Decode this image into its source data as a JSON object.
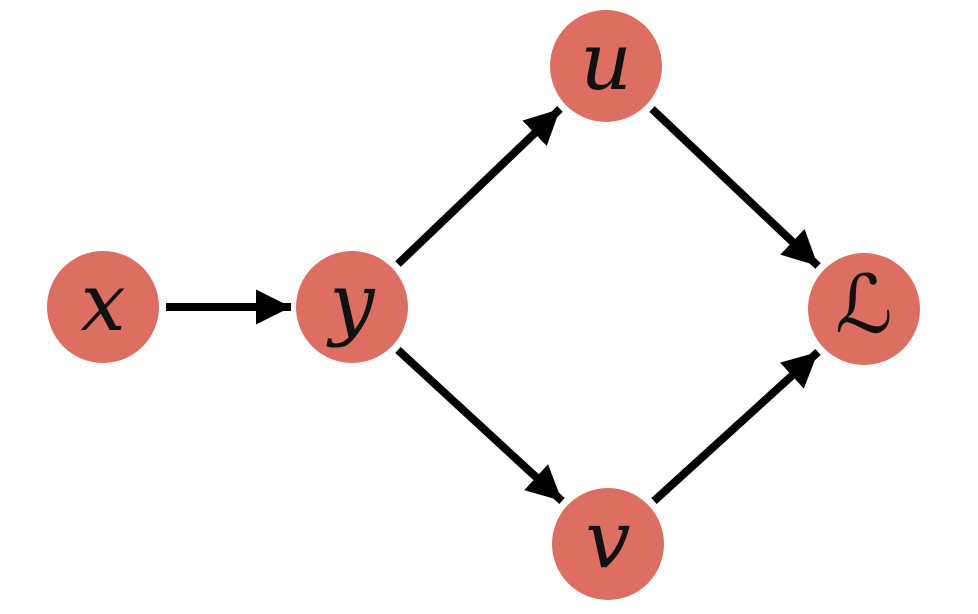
{
  "diagram": {
    "background_color": "#ffffff",
    "node_fill_color": "#DC6E62",
    "node_label_color": "#111111",
    "edge_color": "#000000",
    "nodes": [
      {
        "id": "x",
        "label": "x"
      },
      {
        "id": "y",
        "label": "y"
      },
      {
        "id": "u",
        "label": "u"
      },
      {
        "id": "v",
        "label": "v"
      },
      {
        "id": "loss",
        "label": "ℒ"
      }
    ],
    "edges": [
      {
        "from": "x",
        "to": "y"
      },
      {
        "from": "y",
        "to": "u"
      },
      {
        "from": "y",
        "to": "v"
      },
      {
        "from": "u",
        "to": "loss"
      },
      {
        "from": "v",
        "to": "loss"
      }
    ]
  }
}
